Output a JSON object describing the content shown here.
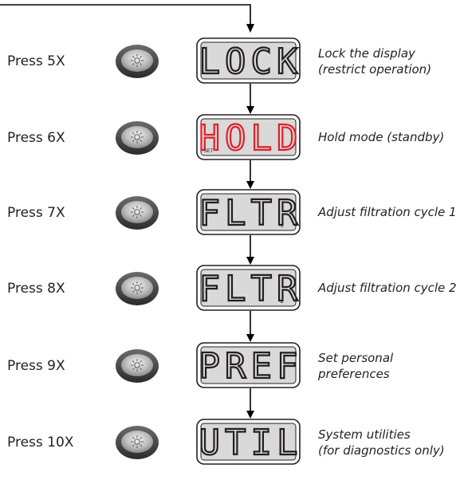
{
  "steps": [
    {
      "press": "Press 5X",
      "display": "LOCK",
      "display_color": "#231f20",
      "subscript": "",
      "set_label": "",
      "description": [
        "Lock the display",
        "(restrict operation)"
      ]
    },
    {
      "press": "Press 6X",
      "display": "HOLD",
      "display_color": "#e0202a",
      "subscript": "",
      "set_label": "SET",
      "description": [
        "Hold mode (standby)"
      ]
    },
    {
      "press": "Press 7X",
      "display": "FLTR",
      "display_color": "#231f20",
      "subscript": "1",
      "set_label": "",
      "description": [
        "Adjust filtration cycle 1"
      ]
    },
    {
      "press": "Press 8X",
      "display": "FLTR",
      "display_color": "#231f20",
      "subscript": "2",
      "set_label": "",
      "description": [
        "Adjust filtration cycle 2"
      ]
    },
    {
      "press": "Press 9X",
      "display": "PREF",
      "display_color": "#231f20",
      "subscript": "",
      "set_label": "",
      "description": [
        "Set personal",
        "preferences"
      ]
    },
    {
      "press": "Press 10X",
      "display": "UTIL",
      "display_color": "#231f20",
      "subscript": "",
      "set_label": "",
      "description": [
        "System utilities",
        "(for diagnostics only)"
      ]
    }
  ],
  "colors": {
    "lcd_background": "#d9d9d9",
    "lcd_border": "#231f20",
    "button_outer": "#4d4d4d",
    "button_inner": "#b3b3b3",
    "button_icon": "light-sun-icon"
  }
}
